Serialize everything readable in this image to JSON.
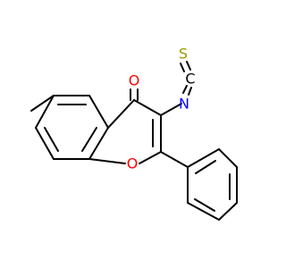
{
  "molecule": {
    "atoms": {
      "carbonyl_oxygen": "O",
      "ring_oxygen": "O",
      "nitrogen": "N",
      "carbon": "C",
      "sulfur": "S"
    }
  },
  "colors": {
    "bond": "#000000",
    "oxygen": "#ff0000",
    "nitrogen": "#0000ff",
    "sulfur": "#999900",
    "carbon": "#000000"
  }
}
